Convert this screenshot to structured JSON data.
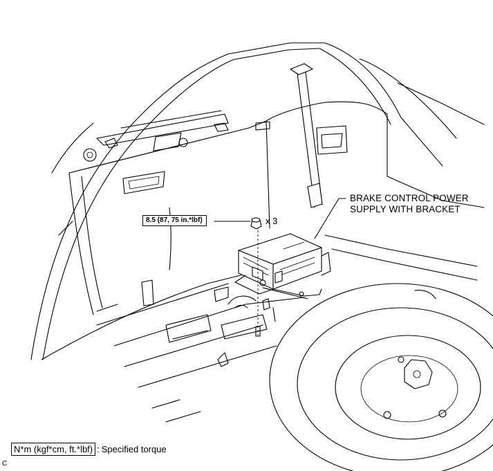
{
  "part_label": {
    "line1": "BRAKE CONTROL POWER",
    "line2": "SUPPLY WITH BRACKET"
  },
  "torque_callout": "8.5 (87, 75 in.*lbf)",
  "quantity": "x 3",
  "legend": {
    "unit_box": "N*m (kgf*cm, ft.*lbf)",
    "separator": ":",
    "description": "Specified torque"
  },
  "corner_code": "C"
}
